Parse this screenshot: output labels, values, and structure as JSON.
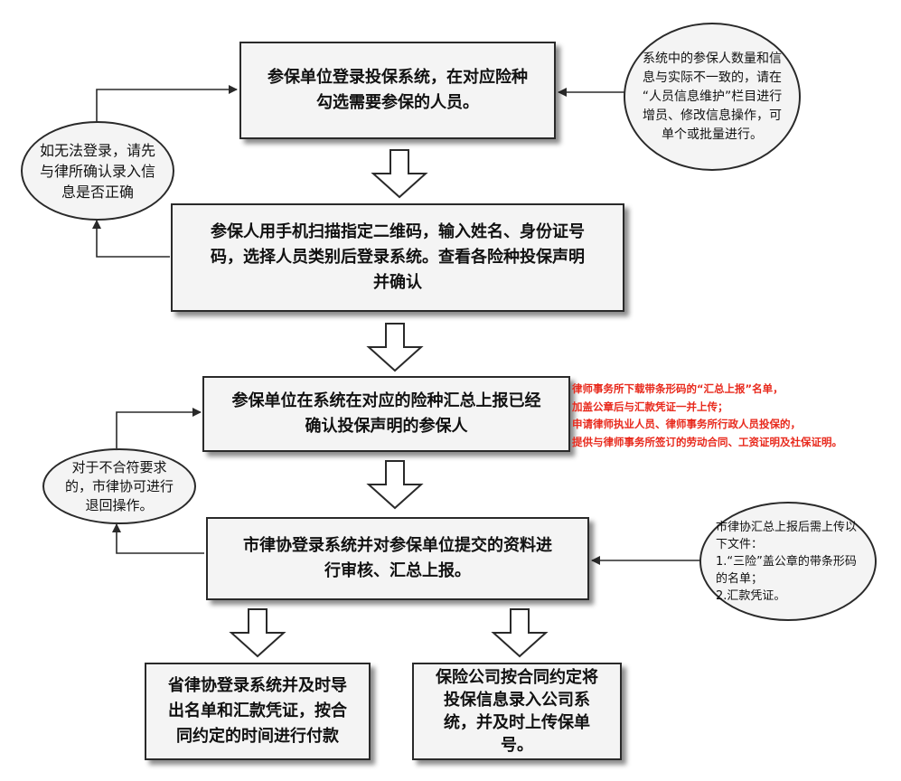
{
  "steps": {
    "step1": "参保单位登录投保系统，在对应险种\n勾选需要参保的人员。",
    "step2": "参保人用手机扫描指定二维码，输入姓名、身份证号\n码，选择人员类别后登录系统。查看各险种投保声明\n并确认",
    "step3": "参保单位在系统在对应的险种汇总上报已经\n确认投保声明的参保人",
    "step4": "市律协登录系统并对参保单位提交的资料进\n行审核、汇总上报。",
    "step5a": "省律协登录系统并及时导\n出名单和汇款凭证，按合\n同约定的时间进行付款",
    "step5b": "保险公司按合同约定将\n投保信息录入公司系\n统，并及时上传保单\n号。"
  },
  "notes": {
    "login_fail": "如无法登录，请先\n与律所确认录入信\n息是否正确",
    "info_mismatch": "系统中的参保人数量和信\n息与实际不一致的，请在\n“人员信息维护”栏目进行\n增员、修改信息操作，可\n单个或批量进行。",
    "return_op": "对于不合符要求\n的，市律协可进行\n退回操作。",
    "upload_req": "市律协汇总上报后需上传以\n下文件：\n1.“三险”盖公章的带条形码\n的名单；\n2.汇款凭证。"
  },
  "red_note": {
    "lines": [
      "律师事务所下载带条形码的“汇总上报”名单，",
      "加盖公章后与汇款凭证一并上传；",
      "申请律师执业人员、律师事务所行政人员投保的，",
      "提供与律师事务所签订的劳动合同、工资证明及社保证明。"
    ],
    "color": "#e8291c"
  },
  "colors": {
    "box_fill": "#f4f4f4",
    "stroke": "#2a2a2a"
  }
}
